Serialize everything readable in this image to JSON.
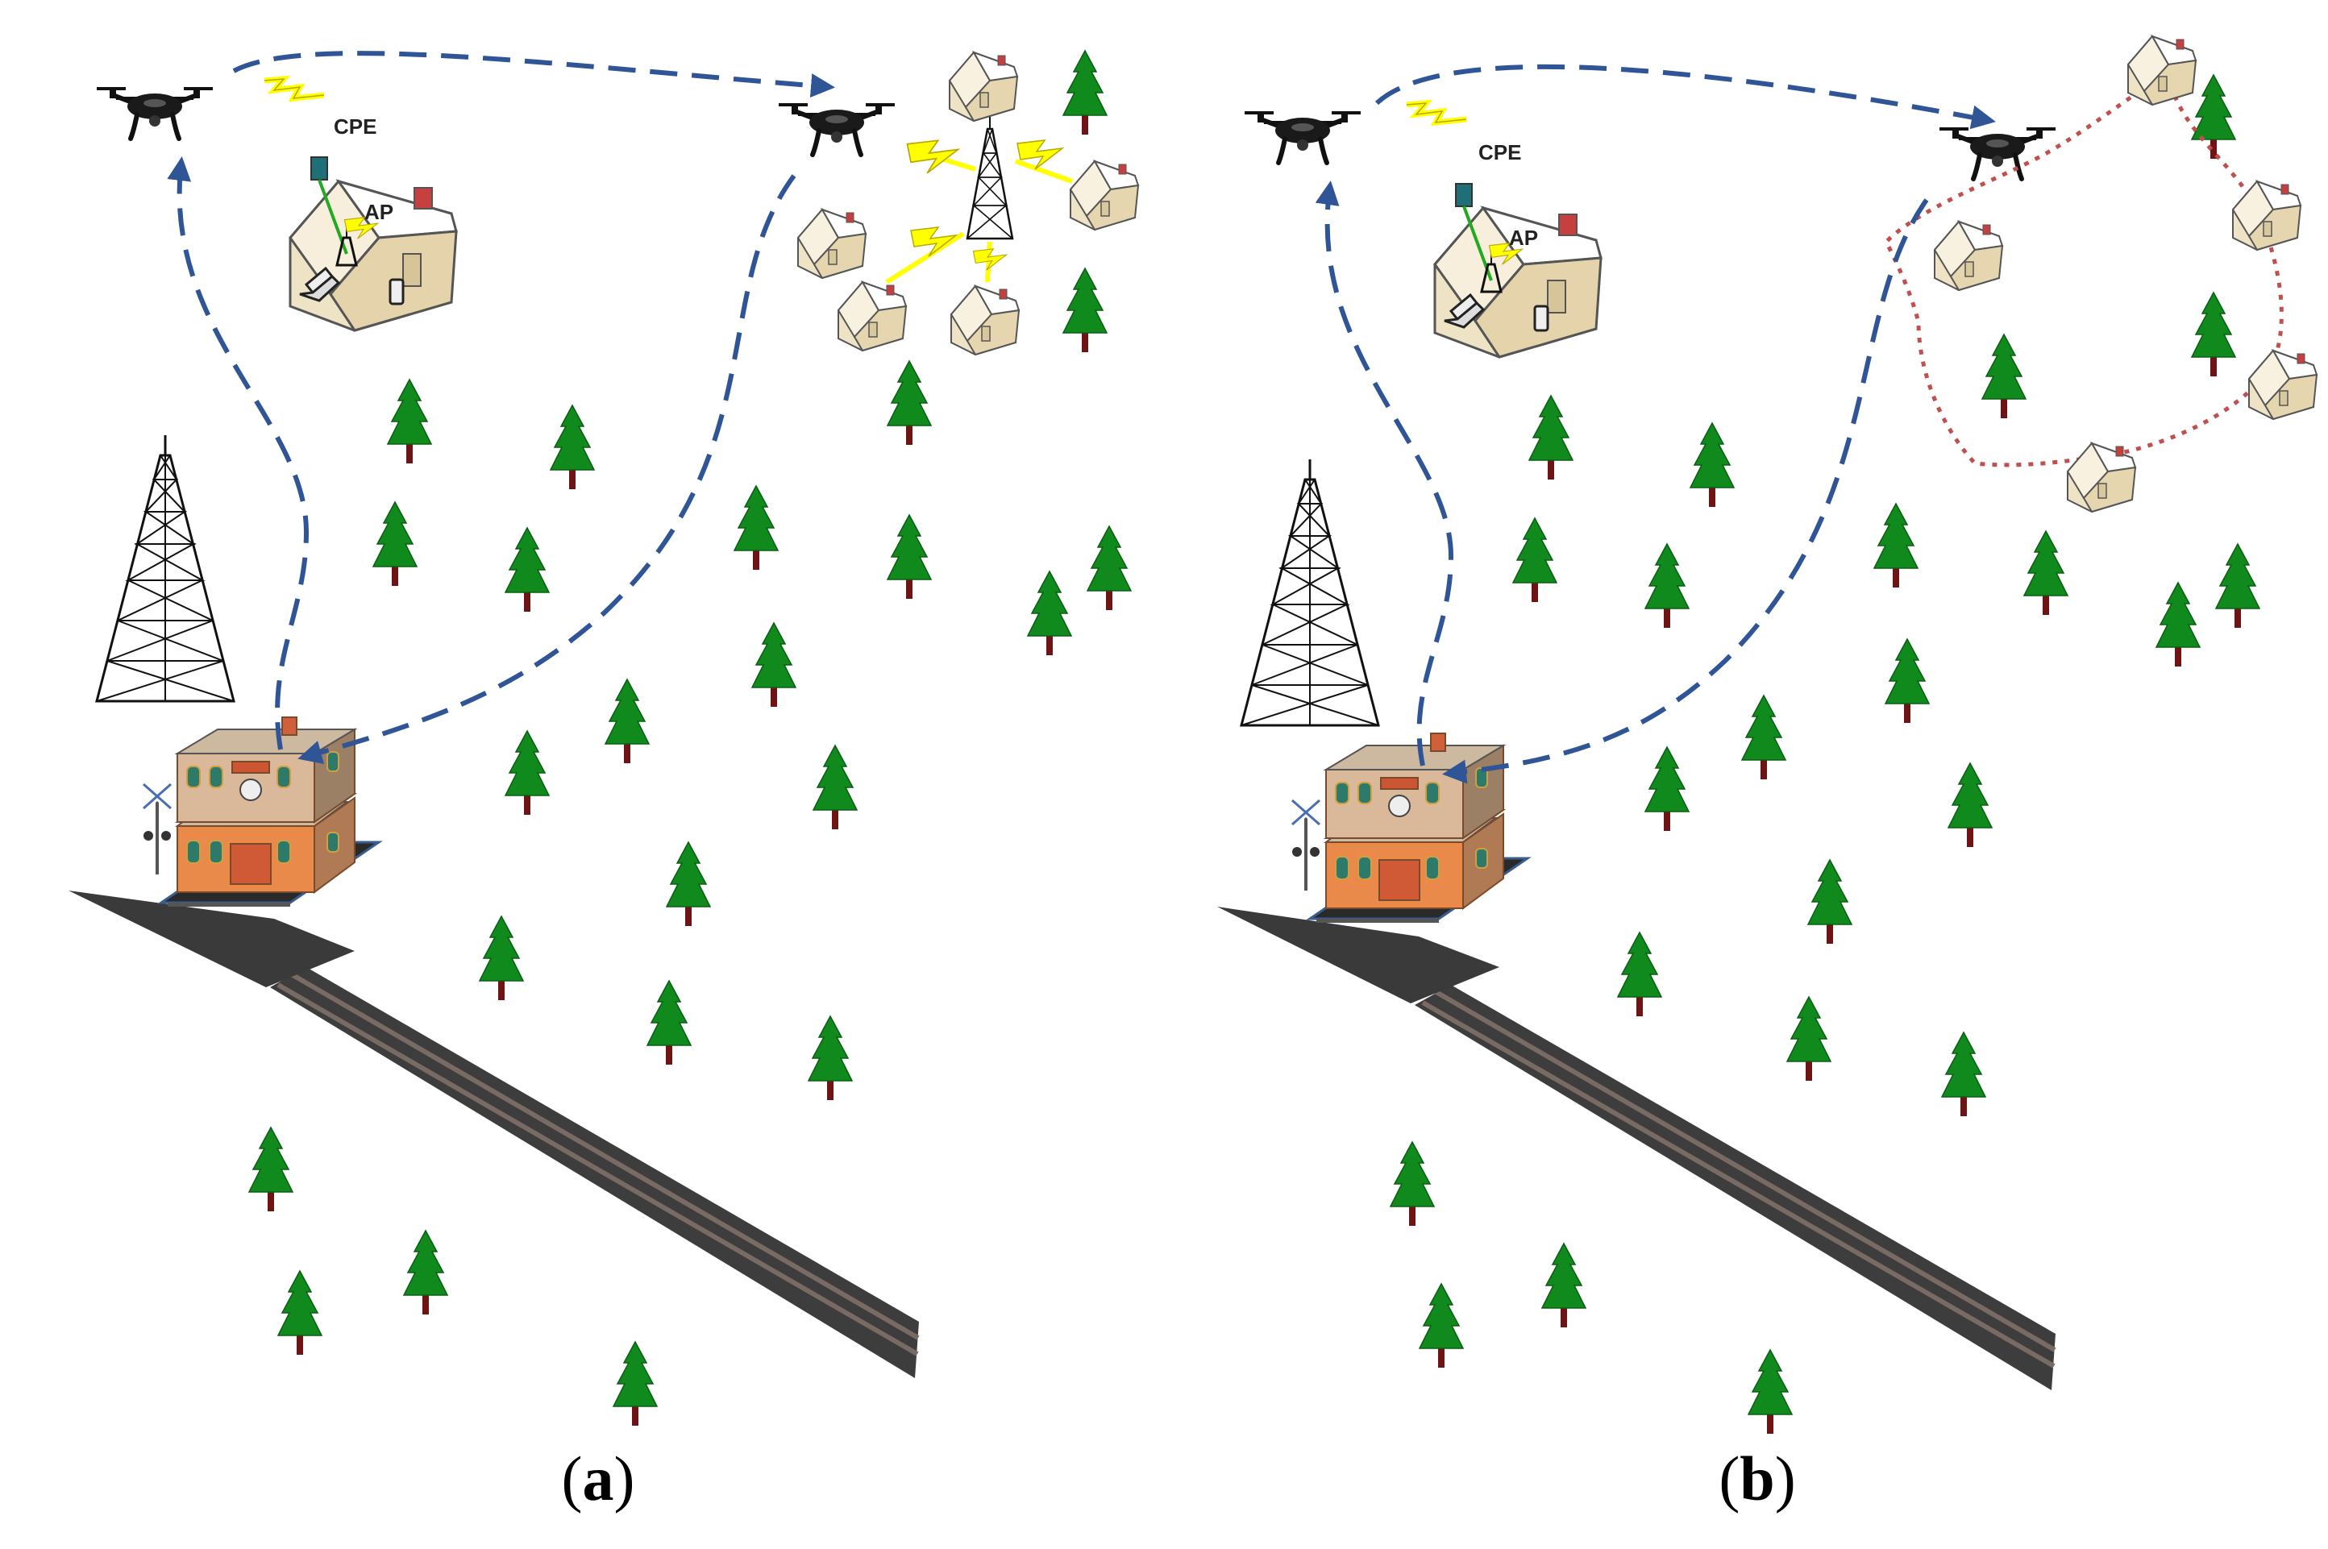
{
  "panels": [
    {
      "id": "a",
      "caption_open": "(",
      "caption_letter": "a",
      "caption_close": ")",
      "cpe_label": "CPE",
      "ap_label": "AP"
    },
    {
      "id": "b",
      "caption_open": "(",
      "caption_letter": "b",
      "caption_close": ")",
      "cpe_label": "CPE",
      "ap_label": "AP"
    }
  ],
  "colors": {
    "flight_path": "#2f5597",
    "mesh_link": "#c0504d",
    "wireless_link": "#ffff00",
    "tree_green": "#108a1c",
    "trunk": "#6e1414",
    "house_wall": "#f3ead3",
    "station_wall": "#e98a4a"
  },
  "icons": [
    "drone-icon",
    "tower-icon",
    "house-icon",
    "tree-icon",
    "station-icon",
    "railway-track-icon",
    "laptop-icon",
    "phone-icon",
    "lightning-icon"
  ]
}
